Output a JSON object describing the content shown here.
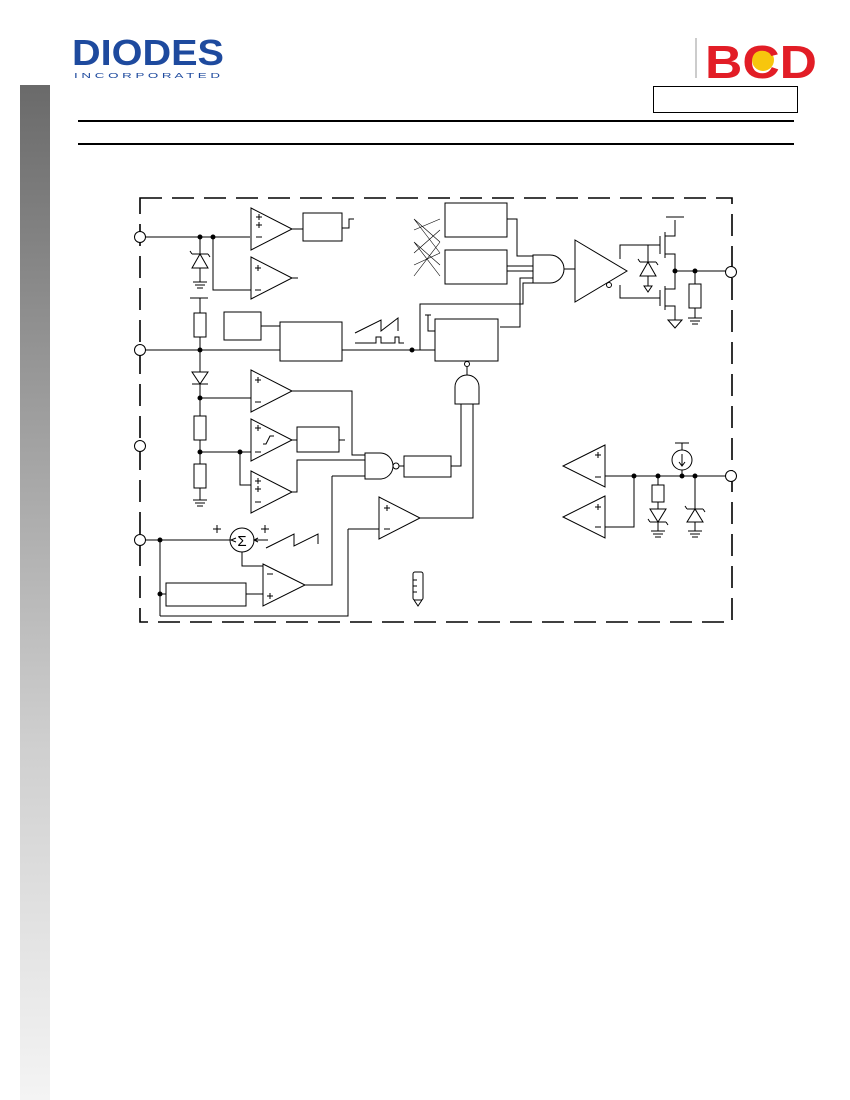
{
  "header": {
    "diodes_logo_text": "DIODES",
    "diodes_logo_subtext": "I N C O R P O R A T E D",
    "bcd_logo_text": "BCD",
    "part_number": ""
  },
  "diagram": {
    "summing_symbol": "Σ",
    "plus_sign": "+",
    "minus_sign": "−"
  },
  "colors": {
    "bcd_red": "#e21d26",
    "bcd_yellow": "#f7c60d",
    "diodes_blue": "#1e4a9e",
    "sidebar_dark": "#6a6a6a"
  }
}
